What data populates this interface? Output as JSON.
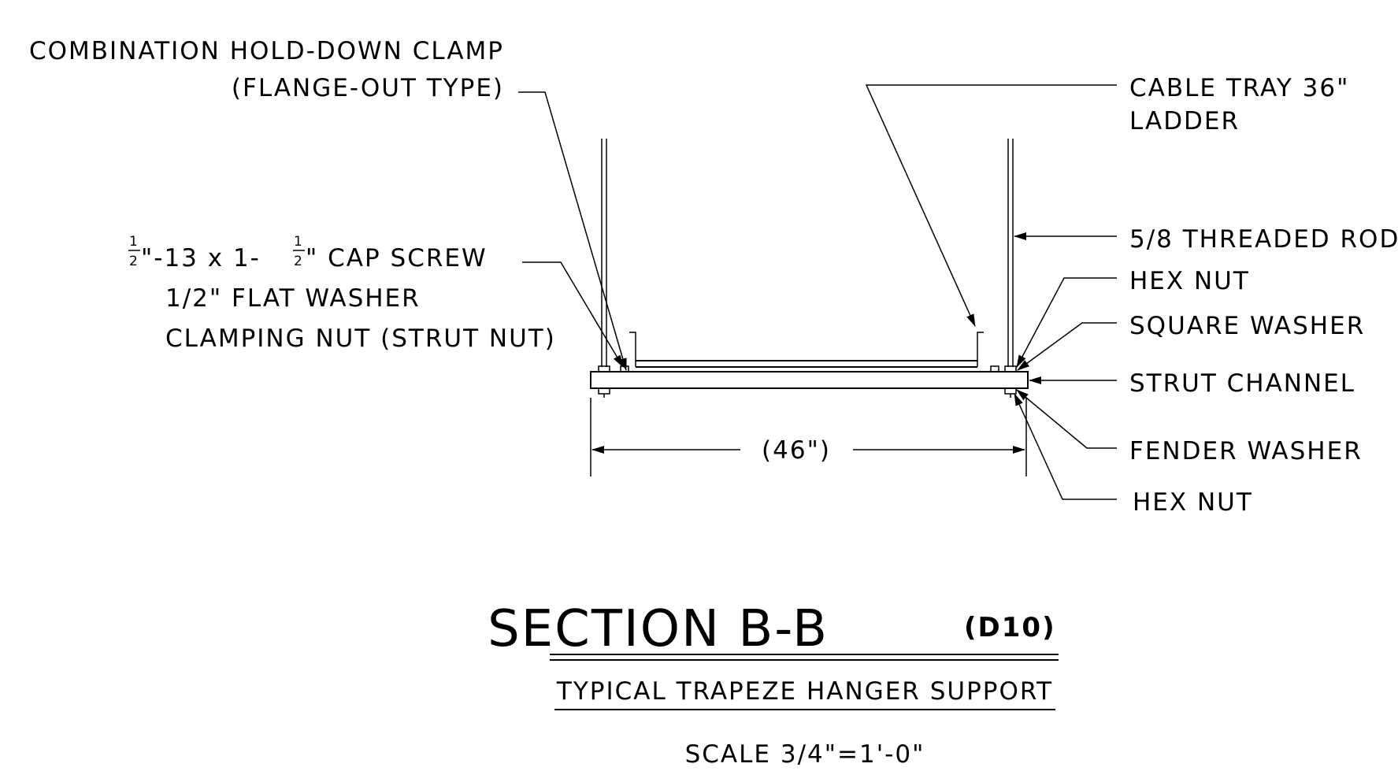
{
  "labels": {
    "clamp_line1": "COMBINATION HOLD-DOWN CLAMP",
    "clamp_line2": "(FLANGE-OUT TYPE)",
    "cap_screw_pre": "\"-13 x 1-",
    "cap_screw_post": "\" CAP SCREW",
    "frac_num": "1",
    "frac_den": "2",
    "flat_washer": "1/2\" FLAT WASHER",
    "clamping_nut": "CLAMPING NUT (STRUT NUT)",
    "cable_tray_line1": "CABLE TRAY 36\"",
    "cable_tray_line2": "LADDER",
    "threaded_rod": "5/8 THREADED ROD",
    "hex_nut_top": "HEX NUT",
    "square_washer": "SQUARE WASHER",
    "strut_channel": "STRUT CHANNEL",
    "fender_washer": "FENDER WASHER",
    "hex_nut_bottom": "HEX NUT",
    "dimension": "(46\")"
  },
  "title": {
    "main": "SECTION B-B",
    "ref": "(D10)",
    "subtitle": "TYPICAL TRAPEZE HANGER SUPPORT",
    "scale": "SCALE 3/4\"=1'-0\""
  }
}
